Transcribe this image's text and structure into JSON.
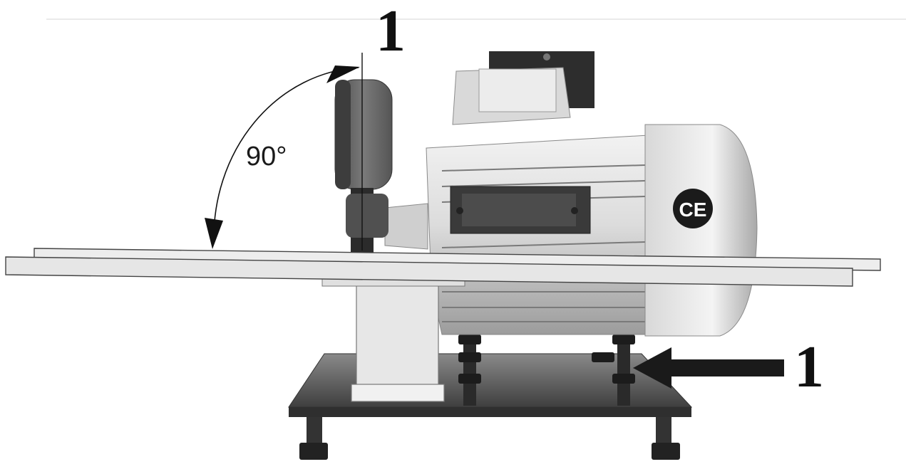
{
  "labels": {
    "top_marker": "1",
    "right_marker": "1",
    "angle": "90°",
    "ce_mark": "CE"
  },
  "colors": {
    "ink": "#111111",
    "metal_light": "#e6e6e6",
    "metal_mid": "#bdbdbd",
    "metal_dark": "#5f5f5f",
    "wheel": "#6b6b6b",
    "rail_fill": "#ececec"
  }
}
